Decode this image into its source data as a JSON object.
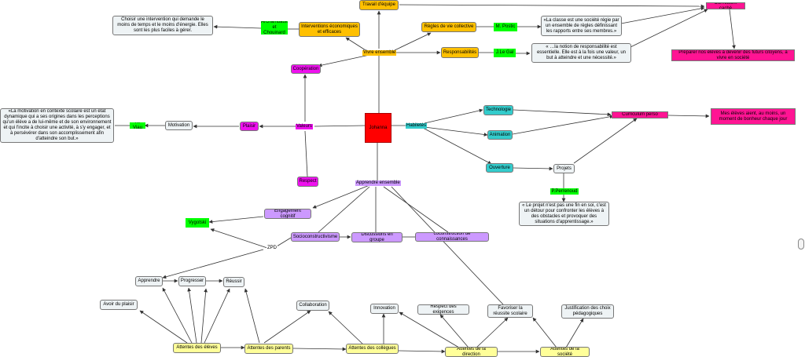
{
  "nodes": {
    "center": "Johanna",
    "travail_equipe": "Travail d'équipe",
    "curriculum_cache": "Curriculum caché",
    "preparer": "Préparer nos élèves à devenir des futurs citoyens, à vivre en société",
    "regles": "Règles de vie collective",
    "postic": "M. Postic",
    "quote_postic": "«La classe est une société régie par un ensemble de règles définissant les rapports entre ses membres.»",
    "responsabilites": "Responsabilités",
    "legal": "J.Le Gal",
    "quote_legal": "« …la notion de responsabilité est essentielle. Elle est à la fois une valeur, un but à atteindre et une nécessité.»",
    "interventions": "Interventions économiques et efficaces",
    "archambault": "Archambault et Chouinard",
    "quote_arch": "Choisir une intervention qui demande le moins de temps et le moins d'énergie. Elles sont les plus faciles à gérer.",
    "cooperation": "Coopération",
    "habiletes_label": "Habiletés",
    "technologie": "Technologie",
    "animation": "Animation",
    "ouverture": "Ouverture",
    "curriculum_perso": "Curriculum perso",
    "mes_eleves": "Mes élèves aient, au moins, un moment de bonheur chaque jour",
    "projets": "Projets",
    "perrenoud": "P.Perrenoud",
    "quote_perrenoud": "« Le projet n'est pas une fin en soi, c'est un détour pour confronter les élèves à des obstacles et provoquer des situations d'apprentissage.»",
    "valeurs": "Valeurs",
    "plaisir": "Plaisir",
    "motivation": "Motivation",
    "viau": "R. Viau",
    "quote_viau": "«La motivation en contexte scolaire est un état dynamique qui a ses origines dans les perceptions qu'un élève a de lui-même et de son environnement et qui l'incite à choisir une activité, à s'y engager, et à persévérer dans son accomplissement afin d'atteindre son but.»",
    "respect": "Respect",
    "vivre_label": "Vivre ensemble",
    "apprendre_ensemble": "Apprendre ensemble",
    "engagement": "Engagement cognitif",
    "vygotski": "Vygotski",
    "socio": "Socioconstructivisme",
    "discussions": "Discussions en groupe",
    "coconstruction": "coconstruction de connaissances",
    "zpd": "ZPD",
    "apprendre": "Apprendre",
    "progresser": "Progresser",
    "reussir": "Réussir",
    "avoir_plaisir": "Avoir du plaisir",
    "collaboration": "Collaboration",
    "innovation": "Innovation",
    "respect_exigences": "Respect des exigences",
    "favoriser": "Favoriser la réussite scolaire",
    "justification": "Justification des choix pédagogiques",
    "att_eleves": "Attentes des élèves",
    "att_parents": "Attentes des parents",
    "att_collegues": "Attentes des collègues",
    "att_direction": "Attentes de la direction",
    "att_societe": "Attentes de la société"
  },
  "colors": {
    "grey": "#eef3f5",
    "orange": "#ffc000",
    "magenta": "#ee11ee",
    "teal": "#33cccc",
    "purple": "#cc99ff",
    "yellow": "#ffff99",
    "pink": "#ff1493",
    "red": "#ff0000",
    "green": "#00ff00"
  }
}
